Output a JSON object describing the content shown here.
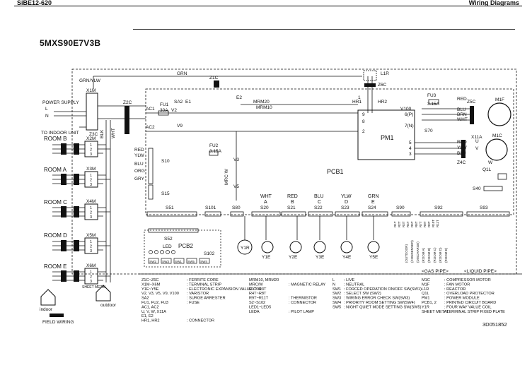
{
  "page": {
    "doc_id": "SiBE12-620",
    "section": "Wiring Diagrams",
    "model": "5MXS90E7V3B",
    "drawing_no": "3D051852"
  },
  "labels": {
    "grn_ylw": "GRN/YLW",
    "grn": "GRN",
    "power_supply": "POWER SUPPLY",
    "l": "L",
    "n": "N",
    "to_indoor": "TO INDOOR UNIT",
    "room_b": "ROOM B",
    "room_a": "ROOM A",
    "room_c": "ROOM C",
    "room_d": "ROOM D",
    "room_e": "ROOM E",
    "indoor": "indoor",
    "outdoor": "outdoor",
    "field_wiring": "FIELD WIRING",
    "sheet_metal": "SHEET METAL",
    "x1m": "X1M",
    "x2m": "X2M",
    "x3m": "X3M",
    "x4m": "X4M",
    "x5m": "X5M",
    "x6m": "X6M",
    "z1c": "Z1C",
    "z2c": "Z2C",
    "z3c": "Z3C",
    "z4c": "Z4C",
    "z5c": "Z5C",
    "z6c": "Z6C",
    "e1": "E1",
    "e2": "E2",
    "ac1": "AC1",
    "ac2": "AC2",
    "fu1": "FU1",
    "fu1_rating": "30A",
    "fu2": "FU2",
    "fu2_rating": "3.15A",
    "fu3": "FU3",
    "fu3_rating": "3.15A",
    "sa2": "SA2",
    "v2": "V2",
    "v3": "V3",
    "v5": "V5",
    "v9": "V9",
    "v100": "V100",
    "mrm20": "MRM20",
    "mrm10": "MRM10",
    "mrc_w": "MRC W",
    "s10": "S10",
    "s15": "S15",
    "s40": "S40",
    "s70": "S70",
    "s51": "S51",
    "s52": "S52",
    "s101": "S101",
    "s102": "S102",
    "s80": "S80",
    "s90": "S90",
    "s92": "S92",
    "s93": "S93",
    "l1r": "L1R",
    "hr1": "HR1",
    "hr2": "HR2",
    "pm1": "PM1",
    "pcb1": "PCB1",
    "pcb2": "PCB2",
    "led": "LED",
    "m1f": "M1F",
    "m1c": "M1C",
    "x11a": "X11A",
    "q1l": "Q1L",
    "y1r": "Y1R",
    "pin_9": "9",
    "pin_8": "8",
    "pin_2": "2",
    "pin_1": "1",
    "pin_5": "5",
    "pin_4": "4",
    "pin_3": "3",
    "pin_6p": "6(P)",
    "pin_7n": "7(N)",
    "red": "RED",
    "ylw": "YLW",
    "blu": "BLU",
    "org": "ORG",
    "gry": "GRY",
    "wht": "WHT",
    "blk": "BLK",
    "brn": "BRN",
    "u": "U",
    "v": "V",
    "w": "W",
    "gas_pipe": "<GAS PIPE>",
    "liquid_pipe": "<LIQUID PIPE>"
  },
  "terminals_1_3": [
    "1",
    "2",
    "3"
  ],
  "s_connectors": [
    {
      "color": "WHT",
      "letter": "A",
      "ref": "S20",
      "valve": "Y1E"
    },
    {
      "color": "RED",
      "letter": "B",
      "ref": "S21",
      "valve": "Y2E"
    },
    {
      "color": "BLU",
      "letter": "C",
      "ref": "S22",
      "valve": "Y3E"
    },
    {
      "color": "YLW",
      "letter": "D",
      "ref": "S23",
      "valve": "Y4E"
    },
    {
      "color": "GRN",
      "letter": "E",
      "ref": "S24",
      "valve": "Y5E"
    }
  ],
  "pcb2_switches": [
    "SW2",
    "SW3",
    "SW1",
    "SW5",
    "SW4"
  ],
  "thermistors": [
    "R1T",
    "R2T",
    "R3T",
    "R4T",
    "R5T",
    "R6T",
    "R7T",
    "R8T",
    "R9T",
    "R10T",
    "R11T"
  ],
  "thermistor_descriptions": [
    "(OUTDOOR)",
    "(CONDENSER)",
    "(DISCHARGE)",
    "(ROOM A)",
    "(ROOM B)",
    "(ROOM C)",
    "(ROOM D)",
    "(ROOM E)"
  ],
  "legend": {
    "col1": [
      {
        "sym": "Z1C~Z6C",
        "desc": ": FERRITE CORE"
      },
      {
        "sym": "X1M~X6M",
        "desc": ": TERMINAL STRIP"
      },
      {
        "sym": "Y1E~Y5E",
        "desc": ": ELECTRONIC EXPANSION VALUE COIL"
      },
      {
        "sym": "V2, V3, V5, V9, V100",
        "desc": ": VARISTOR"
      },
      {
        "sym": "SA2",
        "desc": ": SURGE ARRESTER"
      },
      {
        "sym": "FU1, FU2, FU3",
        "desc": ": FUSE"
      },
      {
        "sym": "AC1, AC2",
        "desc": ""
      },
      {
        "sym": "U, V, W, X11A",
        "desc": ""
      },
      {
        "sym": "E1, E2",
        "desc": ""
      },
      {
        "sym": "HR1, HR2",
        "desc": ": CONNECTOR"
      }
    ],
    "col2": [
      {
        "sym": "MRM10, MRM20",
        "desc": ""
      },
      {
        "sym": "MRC/W",
        "desc": ": MAGNETIC RELAY"
      },
      {
        "sym": "R1T~R3T",
        "desc": ""
      },
      {
        "sym": "R4T~R8T",
        "desc": ""
      },
      {
        "sym": "R9T~R11T",
        "desc": ": THERMISTOR"
      },
      {
        "sym": "S2~S102",
        "desc": ": CONNECTOR"
      },
      {
        "sym": "LED1~LED5",
        "desc": ""
      },
      {
        "sym": "LEDA",
        "desc": ": PILOT LAMP"
      }
    ],
    "col3": [
      {
        "sym": "L",
        "desc": ": LIVE"
      },
      {
        "sym": "N",
        "desc": ": NEUTRAL"
      },
      {
        "sym": "SW1",
        "desc": ": FORCED OPERATION ON/OFF SW(SW1)"
      },
      {
        "sym": "SW2",
        "desc": ": SELECT SW (SW2)"
      },
      {
        "sym": "SW3",
        "desc": ": WIRING ERROR CHECK SW(SW3)"
      },
      {
        "sym": "SW4",
        "desc": ": PRIORITY ROOM SETTING SW(SW4)"
      },
      {
        "sym": "SW5",
        "desc": ": NIGHT QUIET MODE SETTING SW(SW5)"
      }
    ],
    "col4": [
      {
        "sym": "M1C",
        "desc": ": COMPRESSOR MOTOR"
      },
      {
        "sym": "M1F",
        "desc": ": FAN MOTOR"
      },
      {
        "sym": "L1R",
        "desc": ": REACTOR"
      },
      {
        "sym": "Q1L",
        "desc": ": OVERLOAD PROTECTOR"
      },
      {
        "sym": "PM1",
        "desc": ": POWER MODULE"
      },
      {
        "sym": "PCB1, 2",
        "desc": ": PRINTED CIRCUIT BOARD"
      },
      {
        "sym": "Y1R",
        "desc": ": FOUR WAY VALUE COIL"
      },
      {
        "sym": "SHEET METAL",
        "desc": ": TERMINAL STRIP FIXED PLATE"
      }
    ]
  }
}
